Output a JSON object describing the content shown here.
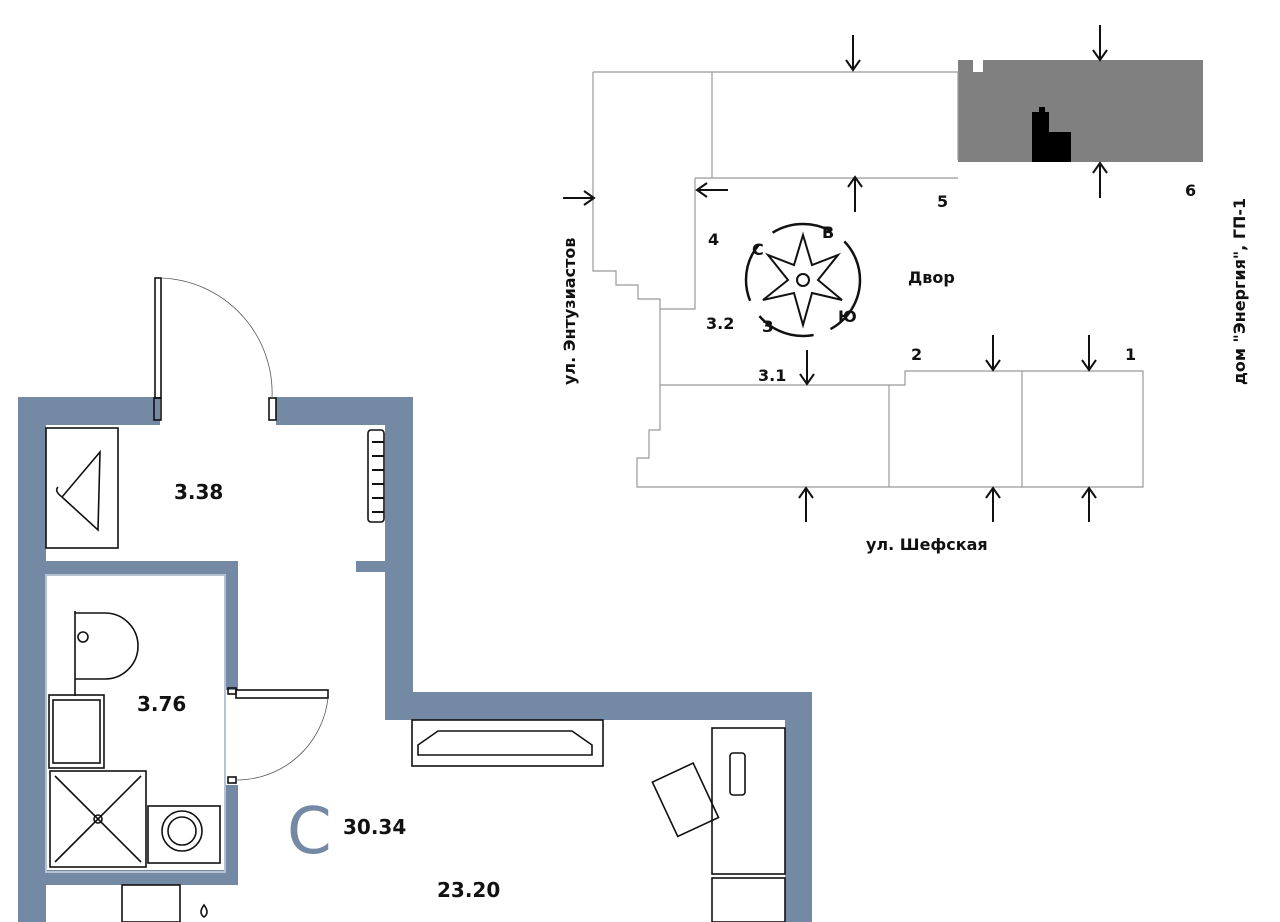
{
  "floor_plan": {
    "rooms": {
      "hallway_area": "3.38",
      "bathroom_area": "3.76",
      "living_area": "23.20"
    },
    "apartment": {
      "type_letter": "С",
      "total_area": "30.34"
    },
    "wall_color": "#7489a3"
  },
  "site_plan": {
    "streets": {
      "left": "ул. Энтузиастов",
      "bottom": "ул. Шефская",
      "right": "дом \"Энергия\", ГП-1"
    },
    "courtyard": "Двор",
    "sections": [
      "1",
      "2",
      "3.1",
      "3.2",
      "4",
      "5",
      "6"
    ],
    "compass": {
      "north": "С",
      "east": "В",
      "south": "Ю",
      "west": "З"
    },
    "highlight_color": "#808080"
  }
}
